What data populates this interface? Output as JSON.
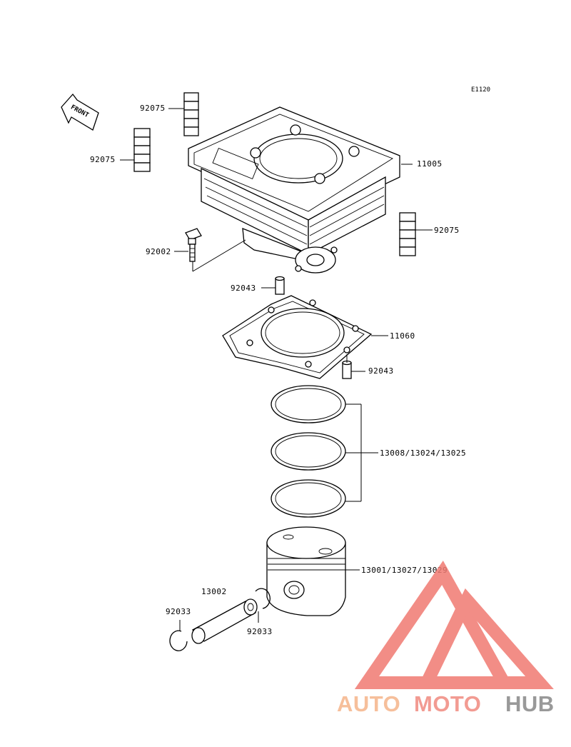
{
  "diagram_code": "E1120",
  "front_label": "FRONT",
  "labels": {
    "cylinder": "11005",
    "dowel_left": "92075",
    "dowel_upper": "92075",
    "dowel_right": "92075",
    "bolt": "92002",
    "pin_upper": "92043",
    "gasket": "11060",
    "pin_lower": "92043",
    "rings": "13008/13024/13025",
    "piston": "13001/13027/13029",
    "piston_pin": "13002",
    "clip_left": "92033",
    "clip_right": "92033"
  },
  "watermark": {
    "part1": "AUTO",
    "part2": "MOTO",
    "part3": "HUB",
    "color1": "#f5b48a",
    "color2": "#f08a80",
    "color3": "#888888",
    "logo_color": "#f07a72"
  }
}
